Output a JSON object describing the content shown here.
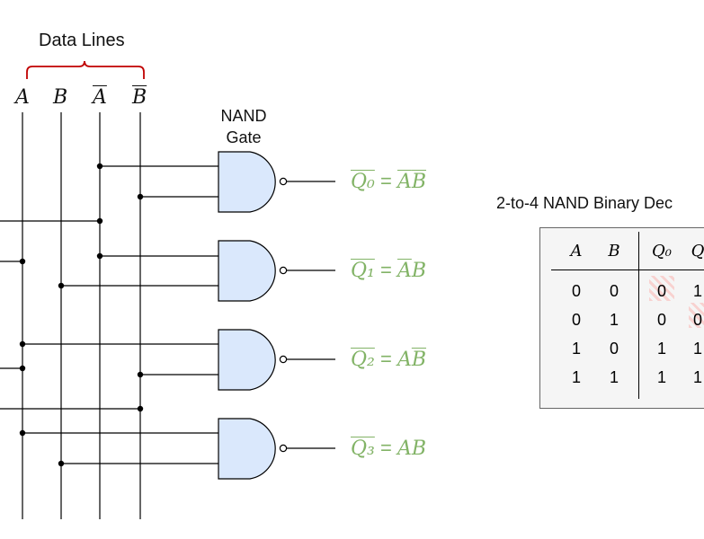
{
  "title": "Data Lines",
  "gate_label": "NAND Gate",
  "inputs": [
    {
      "name": "A",
      "bar": false
    },
    {
      "name": "B",
      "bar": false
    },
    {
      "name": "A",
      "bar": true
    },
    {
      "name": "B",
      "bar": true
    }
  ],
  "outputs": [
    {
      "lhs": "Q₀",
      "rhs": "A B",
      "rhs_bar": [
        true,
        true
      ]
    },
    {
      "lhs": "Q₁",
      "rhs": "A B",
      "rhs_bar": [
        true,
        false
      ]
    },
    {
      "lhs": "Q₂",
      "rhs": "A B",
      "rhs_bar": [
        false,
        true
      ]
    },
    {
      "lhs": "Q₃",
      "rhs": "A B",
      "rhs_bar": [
        false,
        false
      ]
    }
  ],
  "table": {
    "caption": "2-to-4 NAND Binary Dec",
    "headers": [
      "A",
      "B",
      "Q₀",
      "Q"
    ],
    "rows": [
      [
        "0",
        "0",
        "0",
        "1"
      ],
      [
        "0",
        "1",
        "0",
        "0"
      ],
      [
        "1",
        "0",
        "1",
        "1"
      ],
      [
        "1",
        "1",
        "1",
        "1"
      ]
    ]
  },
  "colors": {
    "gate_fill": "#dae8fc",
    "wire": "#000000",
    "output_text": "#82b366",
    "brace": "#c00000",
    "table_bg": "#f5f5f5",
    "highlight": "#f8cecc"
  }
}
